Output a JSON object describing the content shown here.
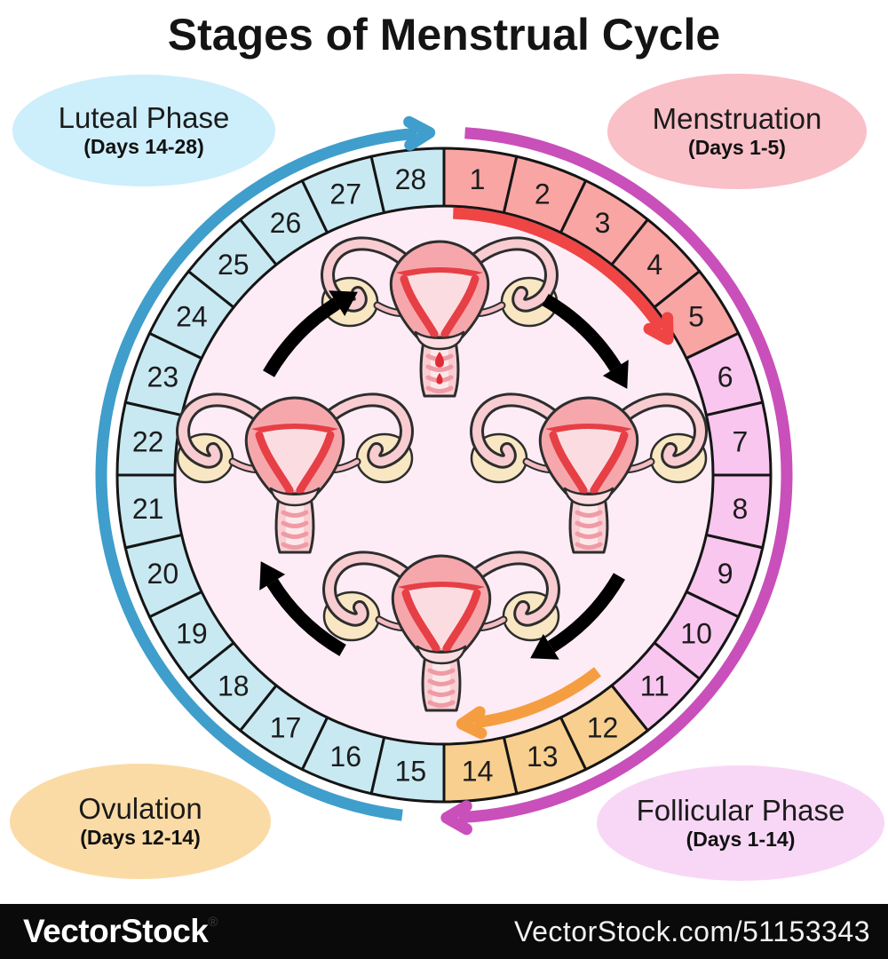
{
  "title": "Stages of Menstrual Cycle",
  "phase_labels": {
    "luteal": {
      "name": "Luteal Phase",
      "days": "(Days 14-28)",
      "bg": "#cdeefb"
    },
    "menstruation": {
      "name": "Menstruation",
      "days": "(Days 1-5)",
      "bg": "#f9c0c7"
    },
    "ovulation": {
      "name": "Ovulation",
      "days": "(Days 12-14)",
      "bg": "#fbdba5"
    },
    "follicular": {
      "name": "Follicular Phase",
      "days": "(Days 1-14)",
      "bg": "#f8d7f6"
    }
  },
  "cycle_ring": {
    "total_days": 28,
    "direction": "clockwise",
    "first_day_at_top": true,
    "segments": [
      {
        "phase": "menstruation",
        "from_day": 1,
        "to_day": 5,
        "color": "#f8a5a4"
      },
      {
        "phase": "follicular",
        "from_day": 6,
        "to_day": 11,
        "color": "#f9c6ef"
      },
      {
        "phase": "ovulation",
        "from_day": 12,
        "to_day": 14,
        "color": "#f8cf8e"
      },
      {
        "phase": "luteal",
        "from_day": 15,
        "to_day": 28,
        "color": "#c8e9f2"
      }
    ],
    "inner_fill": "#fdecf5",
    "outline_color": "#151515",
    "number_color": "#1c1c1c"
  },
  "arrows": {
    "outer_luteal": {
      "color": "#3f9ecb"
    },
    "outer_follicular": {
      "color": "#c94fba"
    },
    "inner_menstruation": {
      "color": "#ef4545"
    },
    "inner_ovulation": {
      "color": "#f59e41"
    },
    "cycle_black": {
      "color": "#000000"
    }
  },
  "illustrations": [
    {
      "pos": "top",
      "name": "uterus-stage-menstruation",
      "has_blood_drops": true
    },
    {
      "pos": "right",
      "name": "uterus-stage-follicular",
      "has_blood_drops": false
    },
    {
      "pos": "bottom",
      "name": "uterus-stage-ovulation",
      "has_blood_drops": false
    },
    {
      "pos": "left",
      "name": "uterus-stage-luteal",
      "has_blood_drops": false
    }
  ],
  "watermark": {
    "brand": "VectorStock",
    "registered": "®",
    "ref": "VectorStock.com/51153343",
    "bar_bg": "#0a0a0a"
  }
}
